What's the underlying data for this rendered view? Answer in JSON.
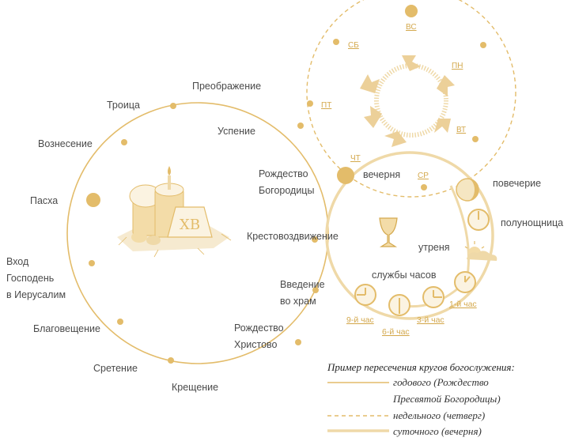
{
  "annual_circle": {
    "feasts": [
      "Преображение",
      "Троица",
      "Успение",
      "Вознесение",
      "Пасха",
      "Рождество",
      "Богородицы",
      "Крестовоздвижение",
      "Вход",
      "Господень",
      "в Иерусалим",
      "Введение",
      "во храм",
      "Благовещение",
      "Рождество",
      "Христово",
      "Сретение",
      "Крещение"
    ]
  },
  "weekly_circle": {
    "days": [
      "ВС",
      "СБ",
      "ПН",
      "ПТ",
      "ВТ",
      "ЧТ",
      "СР"
    ]
  },
  "daily_circle": {
    "services": [
      "вечерня",
      "повечерие",
      "полунощница",
      "утреня",
      "службы часов"
    ],
    "hours": [
      "9-й час",
      "6-й час",
      "3-й час",
      "1-й час"
    ]
  },
  "legend": {
    "title": "Пример пересечения кругов богослужения:",
    "items": [
      "годового (Рождество",
      "Пресвятой Богородицы)",
      "недельного (четверг)",
      "суточного (вечерня)"
    ]
  },
  "colors": {
    "gold": "#e3bc6a",
    "gold_dark": "#d4a94e",
    "gold_light": "#efd9a8",
    "text": "#4a4a4a"
  }
}
